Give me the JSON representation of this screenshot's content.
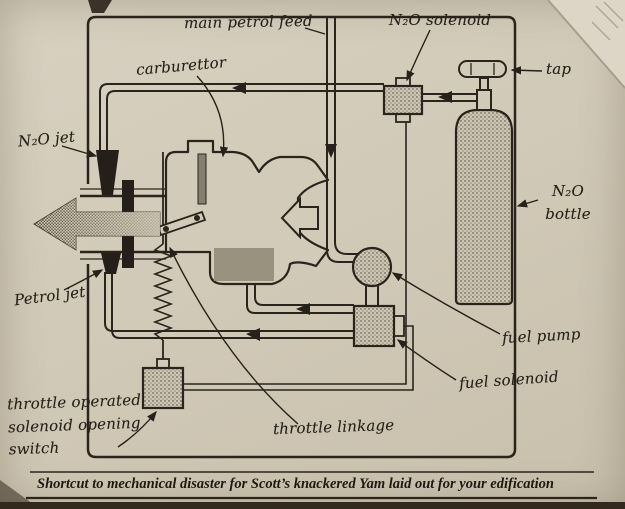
{
  "page": {
    "caption": "Shortcut to mechanical disaster for Scott’s knackered Yam laid out for your edification"
  },
  "diagram": {
    "labels": {
      "main_petrol_feed": "main petrol feed",
      "n2o_solenoid": "N₂O solenoid",
      "carburettor": "carburettor",
      "tap": "tap",
      "n2o_jet": "N₂O jet",
      "n2o_bottle": "N₂O bottle",
      "petrol_jet": "Petrol jet",
      "fuel_pump": "fuel pump",
      "fuel_solenoid": "fuel solenoid",
      "throttle_switch": "throttle operated solenoid opening switch",
      "throttle_linkage": "throttle linkage"
    },
    "colors": {
      "ink": "#2a241d",
      "paper": "#d2cab8",
      "stipple": "#43392c",
      "bowl_fuel": "#98927f"
    }
  }
}
